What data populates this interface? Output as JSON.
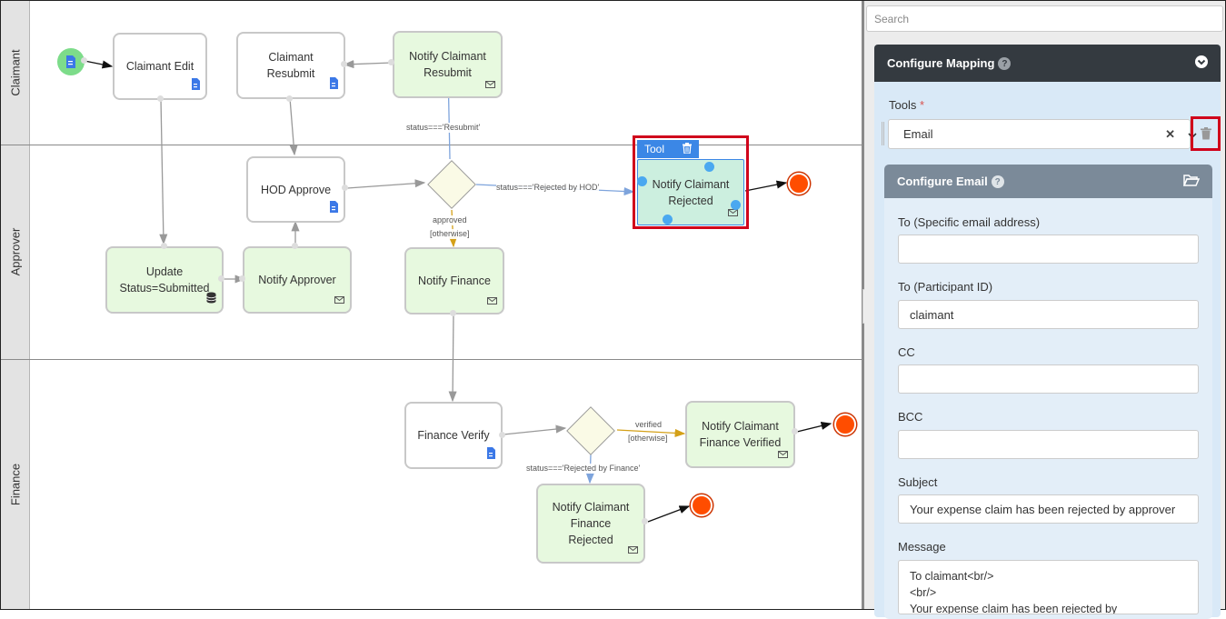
{
  "lanes": [
    "Claimant",
    "Approver",
    "Finance"
  ],
  "nodes": {
    "claimant_edit": "Claimant Edit",
    "claimant_resubmit": "Claimant\nResubmit",
    "notify_claimant_resubmit": "Notify Claimant\nResubmit",
    "hod_approve": "HOD Approve",
    "notify_claimant_rejected": "Notify Claimant\nRejected",
    "update_status": "Update\nStatus=Submitted",
    "notify_approver": "Notify Approver",
    "notify_finance": "Notify Finance",
    "finance_verify": "Finance Verify",
    "notify_claimant_finance_verified": "Notify Claimant\nFinance Verified",
    "notify_claimant_finance_rejected": "Notify Claimant\nFinance\nRejected"
  },
  "edge_labels": {
    "resubmit": "status==='Resubmit'",
    "rejected_by_hod": "status==='Rejected by HOD'",
    "approved": "approved",
    "otherwise_1": "[otherwise]",
    "verified": "verified",
    "otherwise_2": "[otherwise]",
    "rejected_by_finance": "status==='Rejected by Finance'"
  },
  "selection_toolbar": {
    "label": "Tool"
  },
  "search": {
    "placeholder": "Search"
  },
  "configure_mapping": {
    "title": "Configure Mapping",
    "tools_label": "Tools",
    "required_mark": "*",
    "tools_value": "Email",
    "clear_symbol": "✕"
  },
  "configure_email": {
    "title": "Configure Email",
    "to_email_label": "To (Specific email address)",
    "to_email_value": "",
    "to_participant_label": "To (Participant ID)",
    "to_participant_value": "claimant",
    "cc_label": "CC",
    "cc_value": "",
    "bcc_label": "BCC",
    "bcc_value": "",
    "subject_label": "Subject",
    "subject_value": "Your expense claim has been rejected by approver",
    "message_label": "Message",
    "message_value": "To claimant<br/>\n<br/>\nYour expense claim has been rejected by"
  },
  "colors": {
    "task_green": "#e7f9df",
    "highlight_red": "#d0021b",
    "end_event": "#ff4d00",
    "panel_header": "#343a40",
    "panel_body": "#d9e9f7"
  }
}
